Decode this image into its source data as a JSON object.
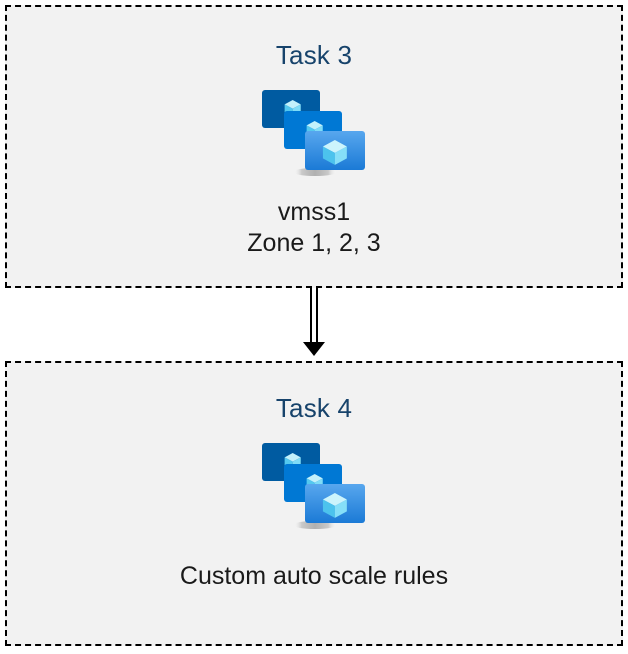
{
  "diagram": {
    "type": "flow",
    "background_color": "#ffffff",
    "box_fill_color": "#f2f2f2",
    "box_border_color": "#000000",
    "box_border_style": "dashed",
    "title_color": "#17436b",
    "label_color": "#1a1a1a",
    "arrow_color": "#000000",
    "boxes": [
      {
        "id": "task-3",
        "title": "Task 3",
        "icon": "azure-vm-scale-set-icon",
        "labels": [
          "vmss1",
          "Zone 1, 2, 3"
        ]
      },
      {
        "id": "task-4",
        "title": "Task 4",
        "icon": "azure-vm-scale-set-icon",
        "labels": [
          "Custom auto scale rules"
        ]
      }
    ],
    "connector": {
      "from": "task-3",
      "to": "task-4",
      "style": "double-line-with-arrowhead",
      "direction": "down"
    }
  },
  "icon_colors": {
    "screen_back": "#005ba1",
    "screen_mid": "#0078d4",
    "screen_front_top": "#50a3eb",
    "screen_front_bottom": "#1f7fd8",
    "cube_light": "#c3f1fb",
    "cube_mid": "#9bdff5",
    "cube_dark": "#50c5ec",
    "stand": "#b3b3b3",
    "stand_base": "#d6d6d6"
  }
}
